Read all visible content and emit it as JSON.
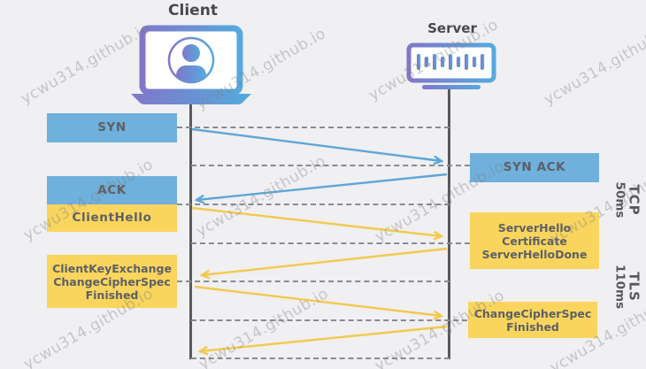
{
  "client": {
    "label": "Client"
  },
  "server": {
    "label": "Server"
  },
  "watermark_text": "ycwu314.github.io",
  "phases": {
    "tcp": {
      "name": "TCP",
      "duration": "50ms"
    },
    "tls": {
      "name": "TLS",
      "duration": "110ms"
    }
  },
  "messages": [
    {
      "id": "syn",
      "label": "SYN",
      "protocol": "TCP",
      "from": "client",
      "to": "server"
    },
    {
      "id": "syn-ack",
      "label": "SYN ACK",
      "protocol": "TCP",
      "from": "server",
      "to": "client"
    },
    {
      "id": "ack",
      "label": "ACK",
      "protocol": "TCP",
      "from": "client",
      "to": "server"
    },
    {
      "id": "client-hello",
      "label": "ClientHello",
      "protocol": "TLS",
      "from": "client",
      "to": "server"
    },
    {
      "id": "server-hello",
      "lines": [
        "ServerHello",
        "Certificate",
        "ServerHelloDone"
      ],
      "protocol": "TLS",
      "from": "server",
      "to": "client"
    },
    {
      "id": "client-key-exchange",
      "lines": [
        "ClientKeyExchange",
        "ChangeCipherSpec",
        "Finished"
      ],
      "protocol": "TLS",
      "from": "client",
      "to": "server"
    },
    {
      "id": "change-cipher-spec",
      "lines": [
        "ChangeCipherSpec",
        "Finished"
      ],
      "protocol": "TLS",
      "from": "server",
      "to": "client"
    }
  ],
  "colors": {
    "tcp_box_blue": "#6fb0dc",
    "tls_box_yellow": "#f9d55e",
    "arrow_blue": "#5ea6d8",
    "arrow_yellow": "#f3c94d",
    "icon_gradient_purple": "#8077c8",
    "icon_gradient_blue": "#55a9de",
    "background": "#f0eff1"
  }
}
